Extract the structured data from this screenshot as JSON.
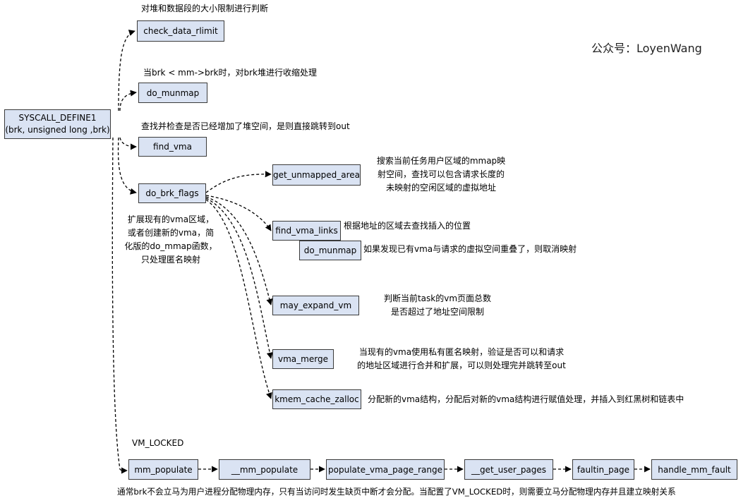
{
  "root": {
    "line1": "SYSCALL_DEFINE1",
    "line2": "(brk, unsigned long ,brk)"
  },
  "nodes": {
    "check_data_rlimit": "check_data_rlimit",
    "do_munmap_top": "do_munmap",
    "find_vma": "find_vma",
    "do_brk_flags": "do_brk_flags",
    "get_unmapped_area": "get_unmapped_area",
    "find_vma_links": "find_vma_links",
    "do_munmap_inner": "do_munmap",
    "may_expand_vm": "may_expand_vm",
    "vma_merge": "vma_merge",
    "kmem_cache_zalloc": "kmem_cache_zalloc",
    "mm_populate": "mm_populate",
    "__mm_populate": "__mm_populate",
    "populate_vma_page_range": "populate_vma_page_range",
    "__get_user_pages": "__get_user_pages",
    "faultin_page": "faultin_page",
    "handle_mm_fault": "handle_mm_fault"
  },
  "notes": {
    "check_data_rlimit": "对堆和数据段的大小限制进行判断",
    "do_munmap_top": "当brk < mm->brk时，对brk堆进行收缩处理",
    "find_vma": "查找并检查是否已经增加了堆空间，是则直接跳转到out",
    "do_brk_flags": [
      "扩展现有的vma区域，",
      "或者创建新的vma，简",
      "化版的do_mmap函数，",
      "只处理匿名映射"
    ],
    "get_unmapped_area": [
      "搜索当前任务用户区域的mmap映",
      "射空间，查找可以包含请求长度的",
      "未映射的空闲区域的虚拟地址"
    ],
    "find_vma_links": "根据地址的区域去查找插入的位置",
    "do_munmap_inner": "如果发现已有vma与请求的虚拟空间重叠了，则取消映射",
    "may_expand_vm": [
      "判断当前task的vm页面总数",
      "是否超过了地址空间限制"
    ],
    "vma_merge": [
      "当现有的vma使用私有匿名映射，验证是否可以和请求",
      "的地址区域进行合并和扩展，可以则处理完并跳转至out"
    ],
    "kmem_cache_zalloc": "分配新的vma结构，分配后对新的vma结构进行赋值处理，并插入到红黑树和链表中",
    "vm_locked": "VM_LOCKED",
    "bottom": "通常brk不会立马为用户进程分配物理内存，只有当访问时发生缺页中断才会分配。当配置了VM_LOCKED时，则需要立马分配物理内存并且建立映射关系"
  },
  "watermark": "公众号：LoyenWang",
  "colors": {
    "box_fill": "#dae3f3",
    "box_border": "#3a3a3a",
    "line": "#000000"
  }
}
